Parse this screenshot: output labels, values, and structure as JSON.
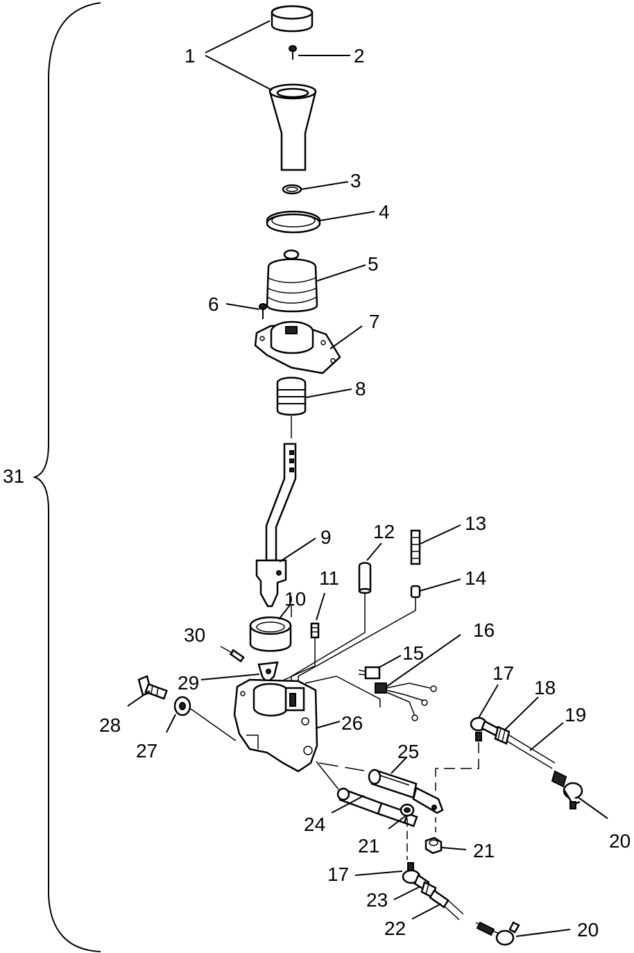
{
  "labels": [
    "1",
    "2",
    "3",
    "4",
    "5",
    "6",
    "7",
    "8",
    "9",
    "10",
    "11",
    "12",
    "13",
    "14",
    "15",
    "16",
    "17",
    "18",
    "19",
    "20",
    "21",
    "21",
    "17",
    "23",
    "22",
    "20",
    "24",
    "25",
    "26",
    "27",
    "28",
    "29",
    "30",
    "31"
  ]
}
